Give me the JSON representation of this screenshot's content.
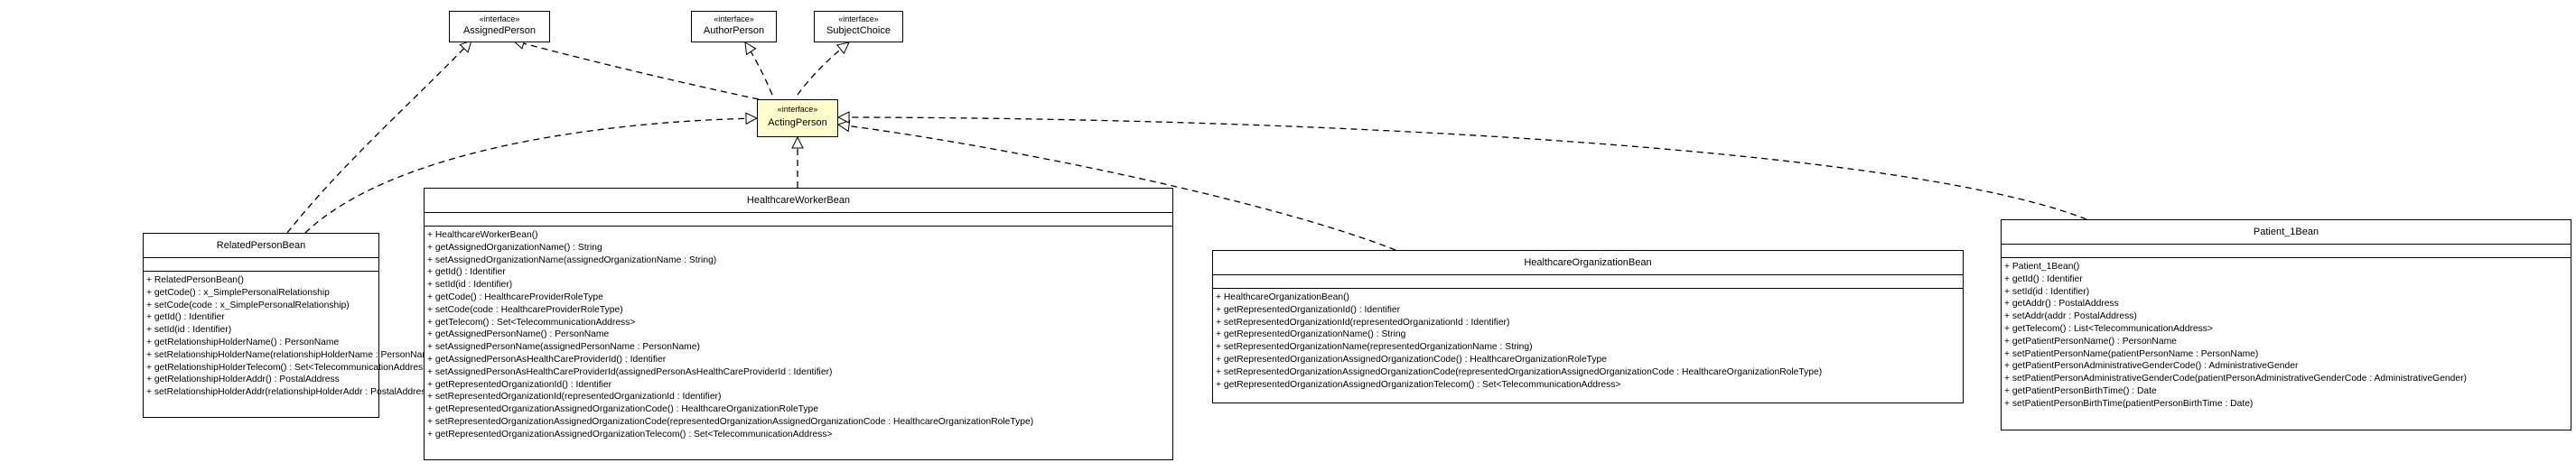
{
  "interfaces": {
    "assigned_person": {
      "stereotype": "«interface»",
      "name": "AssignedPerson"
    },
    "author_person": {
      "stereotype": "«interface»",
      "name": "AuthorPerson"
    },
    "subject_choice": {
      "stereotype": "«interface»",
      "name": "SubjectChoice"
    },
    "acting_person": {
      "stereotype": "«interface»",
      "name": "ActingPerson"
    }
  },
  "classes": {
    "related_person_bean": {
      "name": "RelatedPersonBean",
      "operations": [
        "+ RelatedPersonBean()",
        "+ getCode() : x_SimplePersonalRelationship",
        "+ setCode(code : x_SimplePersonalRelationship)",
        "+ getId() : Identifier",
        "+ setId(id : Identifier)",
        "+ getRelationshipHolderName() : PersonName",
        "+ setRelationshipHolderName(relationshipHolderName : PersonName)",
        "+ getRelationshipHolderTelecom() : Set<TelecommunicationAddress>",
        "+ getRelationshipHolderAddr() : PostalAddress",
        "+ setRelationshipHolderAddr(relationshipHolderAddr : PostalAddress)"
      ]
    },
    "healthcare_worker_bean": {
      "name": "HealthcareWorkerBean",
      "operations": [
        "+ HealthcareWorkerBean()",
        "+ getAssignedOrganizationName() : String",
        "+ setAssignedOrganizationName(assignedOrganizationName : String)",
        "+ getId() : Identifier",
        "+ setId(id : Identifier)",
        "+ getCode() : HealthcareProviderRoleType",
        "+ setCode(code : HealthcareProviderRoleType)",
        "+ getTelecom() : Set<TelecommunicationAddress>",
        "+ getAssignedPersonName() : PersonName",
        "+ setAssignedPersonName(assignedPersonName : PersonName)",
        "+ getAssignedPersonAsHealthCareProviderId() : Identifier",
        "+ setAssignedPersonAsHealthCareProviderId(assignedPersonAsHealthCareProviderId : Identifier)",
        "+ getRepresentedOrganizationId() : Identifier",
        "+ setRepresentedOrganizationId(representedOrganizationId : Identifier)",
        "+ getRepresentedOrganizationAssignedOrganizationCode() : HealthcareOrganizationRoleType",
        "+ setRepresentedOrganizationAssignedOrganizationCode(representedOrganizationAssignedOrganizationCode : HealthcareOrganizationRoleType)",
        "+ getRepresentedOrganizationAssignedOrganizationTelecom() : Set<TelecommunicationAddress>"
      ]
    },
    "healthcare_organization_bean": {
      "name": "HealthcareOrganizationBean",
      "operations": [
        "+ HealthcareOrganizationBean()",
        "+ getRepresentedOrganizationId() : Identifier",
        "+ setRepresentedOrganizationId(representedOrganizationId : Identifier)",
        "+ getRepresentedOrganizationName() : String",
        "+ setRepresentedOrganizationName(representedOrganizationName : String)",
        "+ getRepresentedOrganizationAssignedOrganizationCode() : HealthcareOrganizationRoleType",
        "+ setRepresentedOrganizationAssignedOrganizationCode(representedOrganizationAssignedOrganizationCode : HealthcareOrganizationRoleType)",
        "+ getRepresentedOrganizationAssignedOrganizationTelecom() : Set<TelecommunicationAddress>"
      ]
    },
    "patient_1_bean": {
      "name": "Patient_1Bean",
      "operations": [
        "+ Patient_1Bean()",
        "+ getId() : Identifier",
        "+ setId(id : Identifier)",
        "+ getAddr() : PostalAddress",
        "+ setAddr(addr : PostalAddress)",
        "+ getTelecom() : List<TelecommunicationAddress>",
        "+ getPatientPersonName() : PersonName",
        "+ setPatientPersonName(patientPersonName : PersonName)",
        "+ getPatientPersonAdministrativeGenderCode() : AdministrativeGender",
        "+ setPatientPersonAdministrativeGenderCode(patientPersonAdministrativeGenderCode : AdministrativeGender)",
        "+ getPatientPersonBirthTime() : Date",
        "+ setPatientPersonBirthTime(patientPersonBirthTime : Date)"
      ]
    }
  },
  "colors": {
    "highlight": "#ffffcc",
    "line": "#000000"
  }
}
